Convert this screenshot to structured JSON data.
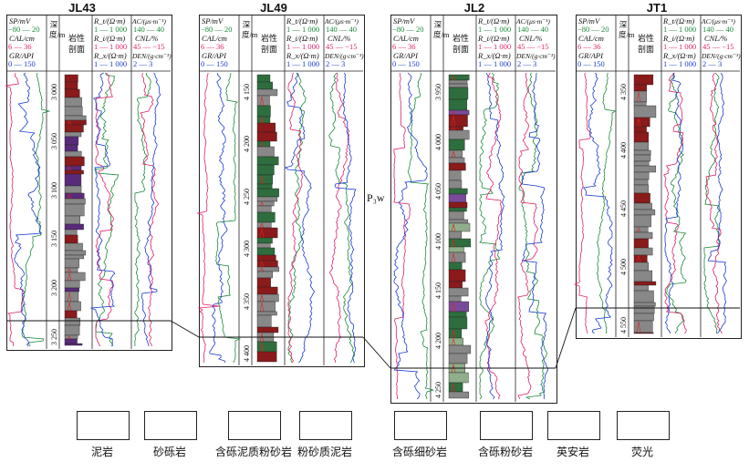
{
  "wells": [
    {
      "name": "JL43",
      "depth_labels": [
        "3 000",
        "3 050",
        "3 100",
        "3 150",
        "3 200",
        "3 250"
      ]
    },
    {
      "name": "JL49",
      "depth_labels": [
        "4 150",
        "4 200",
        "4 250",
        "4 300",
        "4 350",
        "4 400"
      ]
    },
    {
      "name": "JL2",
      "depth_labels": [
        "3 950",
        "4 000",
        "4 050",
        "4 100",
        "4 150",
        "4 200",
        "4 250"
      ]
    },
    {
      "name": "JT1",
      "depth_labels": [
        "4 350",
        "4 400",
        "4 450",
        "4 500",
        "4 550"
      ]
    }
  ],
  "header": {
    "sp": "SP/mV",
    "sp_range": "−80 — 20",
    "cal": "CAL/cm",
    "cal_range": "6 — 36",
    "gr": "GR/API",
    "gr_range": "0 — 150",
    "depth": "深度/m",
    "lith": "岩性剖面",
    "rt": "R_t/(Ω·m)",
    "rt_range": "1 — 1 000",
    "ri": "R_i/(Ω·m)",
    "ri_range": "1 — 1 000",
    "rx": "R_x/(Ω·m)",
    "rx_range": "1 — 1 000",
    "ac": "AC/(μs·m⁻¹)",
    "ac_range": "140 — 40",
    "cnl": "CNL/%",
    "cnl_range": "45 — −15",
    "den": "DEN/(g·cm⁻³)",
    "den_range": "2 — 3"
  },
  "formation": "P₃w",
  "legend": [
    {
      "label": "泥岩",
      "pattern": "mudstone"
    },
    {
      "label": "砂砾岩",
      "pattern": "glutenite"
    },
    {
      "label": "含砾泥质粉砂岩",
      "pattern": "pebbly-muddy-siltstone"
    },
    {
      "label": "粉砂质泥岩",
      "pattern": "silty-mudstone"
    },
    {
      "label": "含砾细砂岩",
      "pattern": "pebbly-fine-sandstone"
    },
    {
      "label": "含砾粉砂岩",
      "pattern": "pebbly-siltstone"
    },
    {
      "label": "英安岩",
      "pattern": "dacite"
    },
    {
      "label": "荧光",
      "pattern": "fluorescence"
    }
  ],
  "colors": {
    "sp": "#1a8a3a",
    "cal": "#e0206a",
    "gr": "#1a3ad0",
    "rt": "#1a8a3a",
    "ri": "#e0206a",
    "rx": "#1a3ad0",
    "ac": "#1a8a3a",
    "cnl": "#e0206a",
    "den": "#1a3ad0",
    "mud": "#888888",
    "red": "#8b1a1a",
    "green": "#2e6e3e",
    "purple": "#6a2a8a"
  }
}
